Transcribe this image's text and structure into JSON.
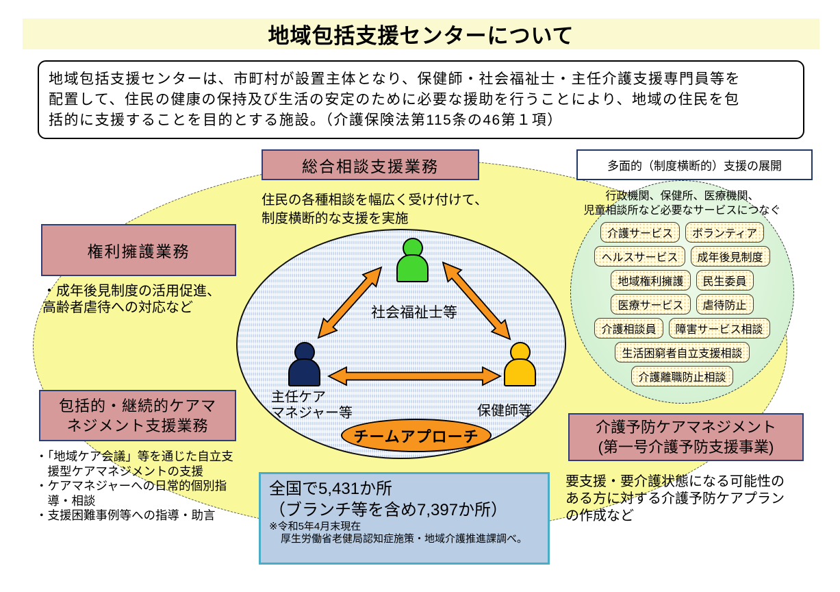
{
  "title": "地域包括支援センターについて",
  "intro": "地域包括支援センターは、市町村が設置主体となり、保健師・社会福祉士・主任介護支援専門員等を\n配置して、住民の健康の保持及び生活の安定のために必要な援助を行うことにより、地域の住民を包\n括的に支援することを目的とする施設。（介護保険法第115条の46第１項）",
  "boxes": {
    "consultation": {
      "label": "総合相談支援業務",
      "desc": "住民の各種相談を幅広く受け付けて、\n制度横断的な支援を実施"
    },
    "rights": {
      "label": "権利擁護業務",
      "desc": "・成年後見制度の活用促進、\n高齢者虐待への対応など"
    },
    "care_management": {
      "label": "包括的・継続的ケアマ\nネジメント支援業務",
      "desc": "・「地域ケア会議」等を通じた自立支\n　援型ケアマネジメントの支援\n・ケアマネジャーへの日常的個別指\n　導・相談\n・支援困難事例等への指導・助言"
    },
    "prevention": {
      "label": "介護予防ケアマネジメント\n(第一号介護予防支援事業)",
      "desc": "要支援・要介護状態になる可能性の\nある方に対する介護予防ケアプラン\nの作成など"
    }
  },
  "team": {
    "badge": "チームアプローチ",
    "members": {
      "social_worker": {
        "label": "社会福祉士等",
        "color": "#45d62f"
      },
      "chief_care_manager": {
        "label": "主任ケア\nマネジャー等",
        "color": "#152a5e"
      },
      "public_health_nurse": {
        "label": "保健師等",
        "color": "#fdc60b"
      }
    },
    "arrow_color": "#f6941e"
  },
  "network": {
    "header": "多面的（制度横断的）支援の展開",
    "lead": "行政機関、保健所、医療機関、\n児童相談所など必要なサービスにつなぐ",
    "items": [
      "介護サービス",
      "ボランティア",
      "ヘルスサービス",
      "成年後見制度",
      "地域権利擁護",
      "民生委員",
      "医療サービス",
      "虐待防止",
      "介護相談員",
      "障害サービス相談",
      "生活困窮者自立支援相談",
      "介護離職防止相談"
    ]
  },
  "stats": {
    "line1": "全国で5,431か所",
    "line2": "（ブランチ等を含め7,397か所）",
    "note1": "※令和5年4月末現在",
    "note2": "厚生労働省老健局認知症施策・地域介護推進課調べ。"
  },
  "colors": {
    "title_band": "#fbf9cf",
    "field_yellow": "#f9f89b",
    "box_pink": "#d79a9a",
    "box_border": "#2c3e75",
    "inner_ellipse": "#ebf1fb",
    "stats_bg": "#b9cde4",
    "stats_border": "#4bacc6",
    "chip_bg": "#fffce0"
  }
}
